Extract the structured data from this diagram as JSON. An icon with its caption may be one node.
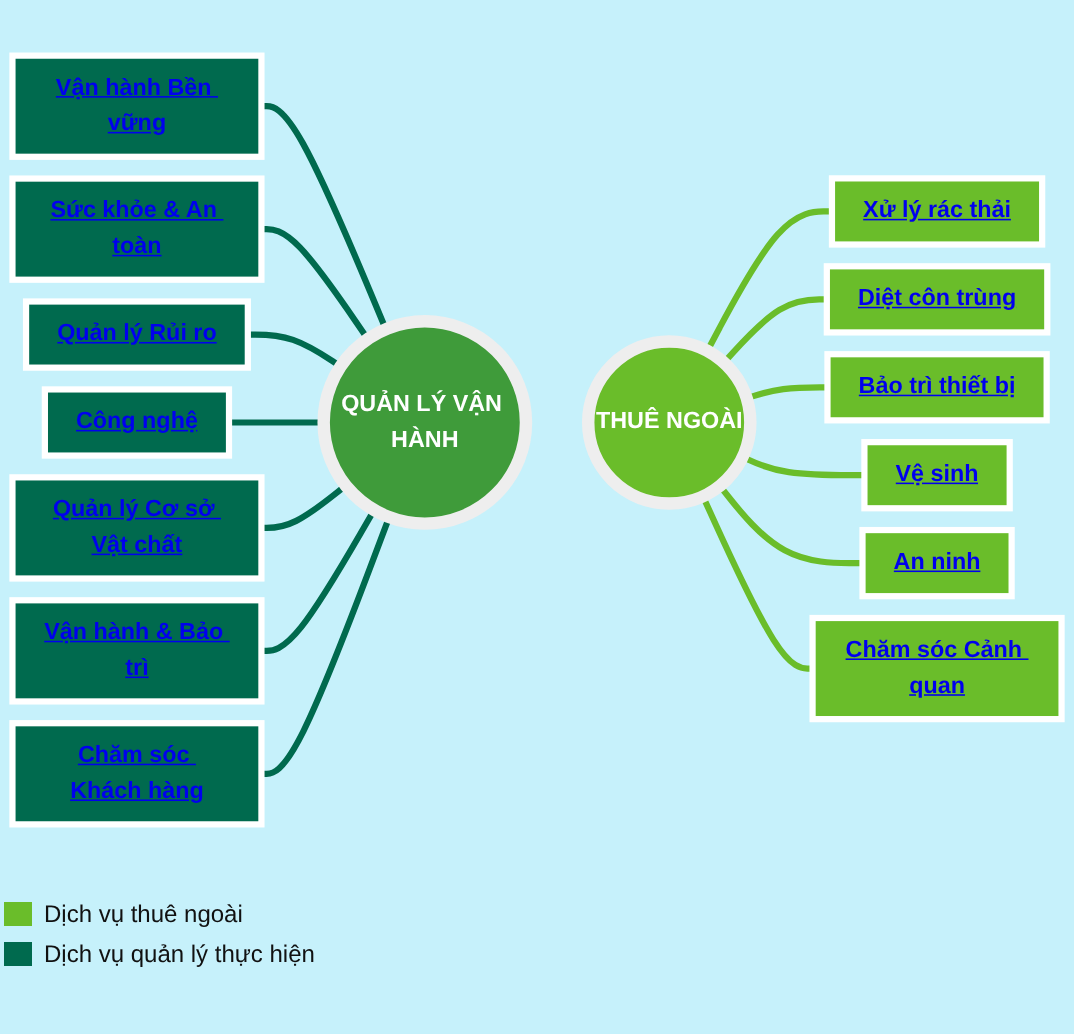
{
  "diagram": {
    "nodes": [
      {
        "text": [
          "QUẢN LÝ VẬN HÀNH"
        ]
      },
      {
        "text": [
          "THUÊ NGOÀI"
        ]
      },
      {
        "text": [
          "Vận hành Bền vững"
        ]
      },
      {
        "text": [
          "Sức khỏe & An toàn"
        ]
      },
      {
        "text": [
          "Quản lý Rủi ro"
        ]
      },
      {
        "text": [
          "Công nghệ"
        ]
      },
      {
        "text": [
          "Xử lý rác thải"
        ]
      },
      {
        "text": [
          "Diệt côn trùng"
        ]
      },
      {
        "text": [
          "Bảo trì thiết bị"
        ]
      },
      {
        "text": [
          "Vệ sinh"
        ]
      },
      {
        "text": [
          "An ninh"
        ]
      },
      {
        "text": [
          "Chăm sóc Cảnh quan"
        ]
      },
      {
        "text": [
          "Quản lý Cơ sở Vật chất"
        ]
      },
      {
        "text": [
          "Vận hành & Bảo trì"
        ]
      },
      {
        "text": [
          "Chăm sóc Khách hàng"
        ]
      }
    ],
    "edges": [
      {
        "from": 2,
        "to": 0,
        "arrow": "none"
      },
      {
        "from": 3,
        "to": 0,
        "arrow": "none"
      },
      {
        "from": 4,
        "to": 0,
        "arrow": "none"
      },
      {
        "from": 5,
        "to": 0,
        "arrow": "none"
      },
      {
        "from": 1,
        "to": 6,
        "arrow": "none",
        "color": "#6abd2a"
      },
      {
        "from": 1,
        "to": 7,
        "arrow": "none",
        "color": "#6abd2a"
      },
      {
        "from": 1,
        "to": 8,
        "arrow": "none",
        "color": "#6abd2a"
      },
      {
        "from": 1,
        "to": 9,
        "arrow": "none",
        "color": "#6abd2a"
      },
      {
        "from": 1,
        "to": 10,
        "arrow": "none",
        "color": "#6abd2a"
      },
      {
        "from": 1,
        "to": 11,
        "arrow": "none",
        "color": "#6abd2a"
      },
      {
        "from": 12,
        "to": 0,
        "arrow": "none"
      },
      {
        "from": 13,
        "to": 0,
        "arrow": "none"
      },
      {
        "from": 14,
        "to": 0,
        "arrow": "none"
      }
    ],
    "legend": [
      {
        "text": "Dịch vụ thuê ngoài",
        "color": "#6abd2a"
      },
      {
        "text": "Dịch vụ quản lý thực hiện",
        "color": "#006a4e"
      }
    ]
  }
}
